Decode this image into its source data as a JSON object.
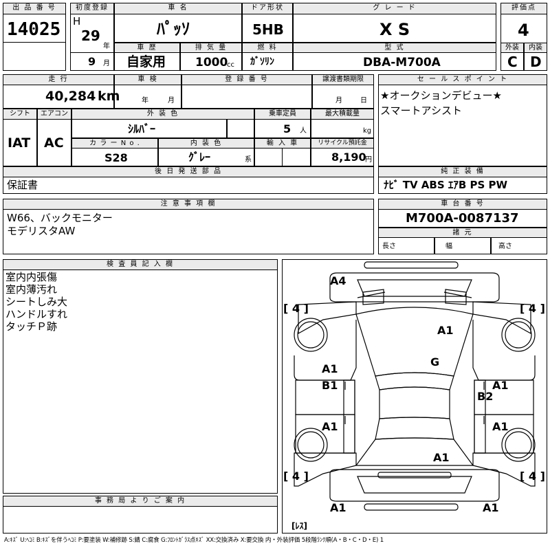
{
  "header": {
    "lot_label": "出 品 番 号",
    "lot_no": "14025",
    "first_reg_label": "初度登録",
    "era": "H",
    "year": "29",
    "year_unit": "年",
    "month": "9",
    "month_unit": "月",
    "name_label": "車 名",
    "car_name": "ﾊﾟｯｿ",
    "reg_type_label": "車 歴",
    "reg_type": "自家用",
    "disp_label": "排 気 量",
    "disp": "1000",
    "disp_unit": "cc",
    "door_label": "ドア形状",
    "door": "5HB",
    "fuel_label": "燃 料",
    "fuel": "ｶﾞｿﾘﾝ",
    "grade_label": "グ レ ー ド",
    "grade": "X S",
    "model_label": "型 式",
    "model": "DBA-M700A",
    "score_label": "評価点",
    "score": "4",
    "ext_label": "外装",
    "ext": "C",
    "int_label": "内装",
    "int": "D"
  },
  "row2": {
    "mileage_label": "走 行",
    "mileage": "40,284",
    "mileage_unit": "km",
    "shaken_label": "車 検",
    "shaken_year": "年",
    "shaken_month": "月",
    "regno_label": "登 録 番 号",
    "transfer_label": "譲渡書類期限",
    "transfer_month": "月",
    "transfer_day": "日",
    "shift_label": "シフト",
    "shift": "IAT",
    "ac_label": "エアコン",
    "ac": "AC",
    "color_label": "外 装 色",
    "color": "ｼﾙﾊﾞｰ",
    "colorno_label": "カ ラ ー N o .",
    "colorno": "S28",
    "intcolor_label": "内 装 色",
    "intcolor": "ｸﾞﾚｰ",
    "intcolor_unit": "系",
    "capacity_label": "乗車定員",
    "capacity": "5",
    "capacity_unit": "人",
    "maxload_label": "最大積載量",
    "maxload_unit": "kg",
    "import_label": "輸 入 車",
    "recycle_label": "リサイクル預託金",
    "recycle": "8,190",
    "recycle_unit": "円"
  },
  "sales": {
    "label": "セ ー ル ス ポ イ ン ト",
    "lines": [
      "★オークションデビュー★",
      "スマートアシスト"
    ]
  },
  "later": {
    "label": "後 日 発 送 部 品",
    "value": "保証書"
  },
  "equip": {
    "label": "純 正 装 備",
    "value": "ﾅﾋﾞ TV ABS ｴｱB PS PW"
  },
  "caution": {
    "label": "注 意 事 項 欄",
    "lines": [
      "W66、バックモニター",
      "モデリスタAW"
    ]
  },
  "chassis": {
    "label": "車 台 番 号",
    "value": "M700A-0087137",
    "dims_label": "諸 元",
    "len": "長さ",
    "wid": "幅",
    "hgt": "高さ"
  },
  "inspector": {
    "label": "検 査 員 記 入 欄",
    "lines": [
      "室内内張傷",
      "室内薄汚れ",
      "シートしみ大",
      "ハンドルすれ",
      "タッチＰ跡"
    ]
  },
  "office": {
    "label": "事 務 局 よ り ご 案 内"
  },
  "diagram": {
    "marks": {
      "a4_front": "A4",
      "a1_roof": "A1",
      "g_glass": "G",
      "a1_ldoor_f": "A1",
      "b1_ldoor": "B1",
      "a1_ldoor_r": "A1",
      "a1_rdoor_f": "A1",
      "b2_rdoor": "B2",
      "a1_rdoor_r": "A1",
      "a1_trunk": "A1",
      "a1_rear_l": "A1",
      "a1_rear_r": "A1"
    },
    "tires": {
      "fl": "[ 4 ]",
      "fr": "[ 4 ]",
      "rl": "[ 4 ]",
      "rr": "[ 4 ]"
    },
    "spare": "[ﾚｽ]"
  },
  "legend": "A:ｷｽﾞ U:ﾍｺﾐ B:ｷｽﾞを伴うﾍｺﾐ P:要塗装 W:補修跡 S:錆 C:腐食 G:ﾌﾛﾝﾄｶﾞﾗｽ点ｷｽﾞ XX:交換済み X:要交換 内・外装評価 5段階ﾗﾝｸ順(A・B・C・D・E) 1"
}
